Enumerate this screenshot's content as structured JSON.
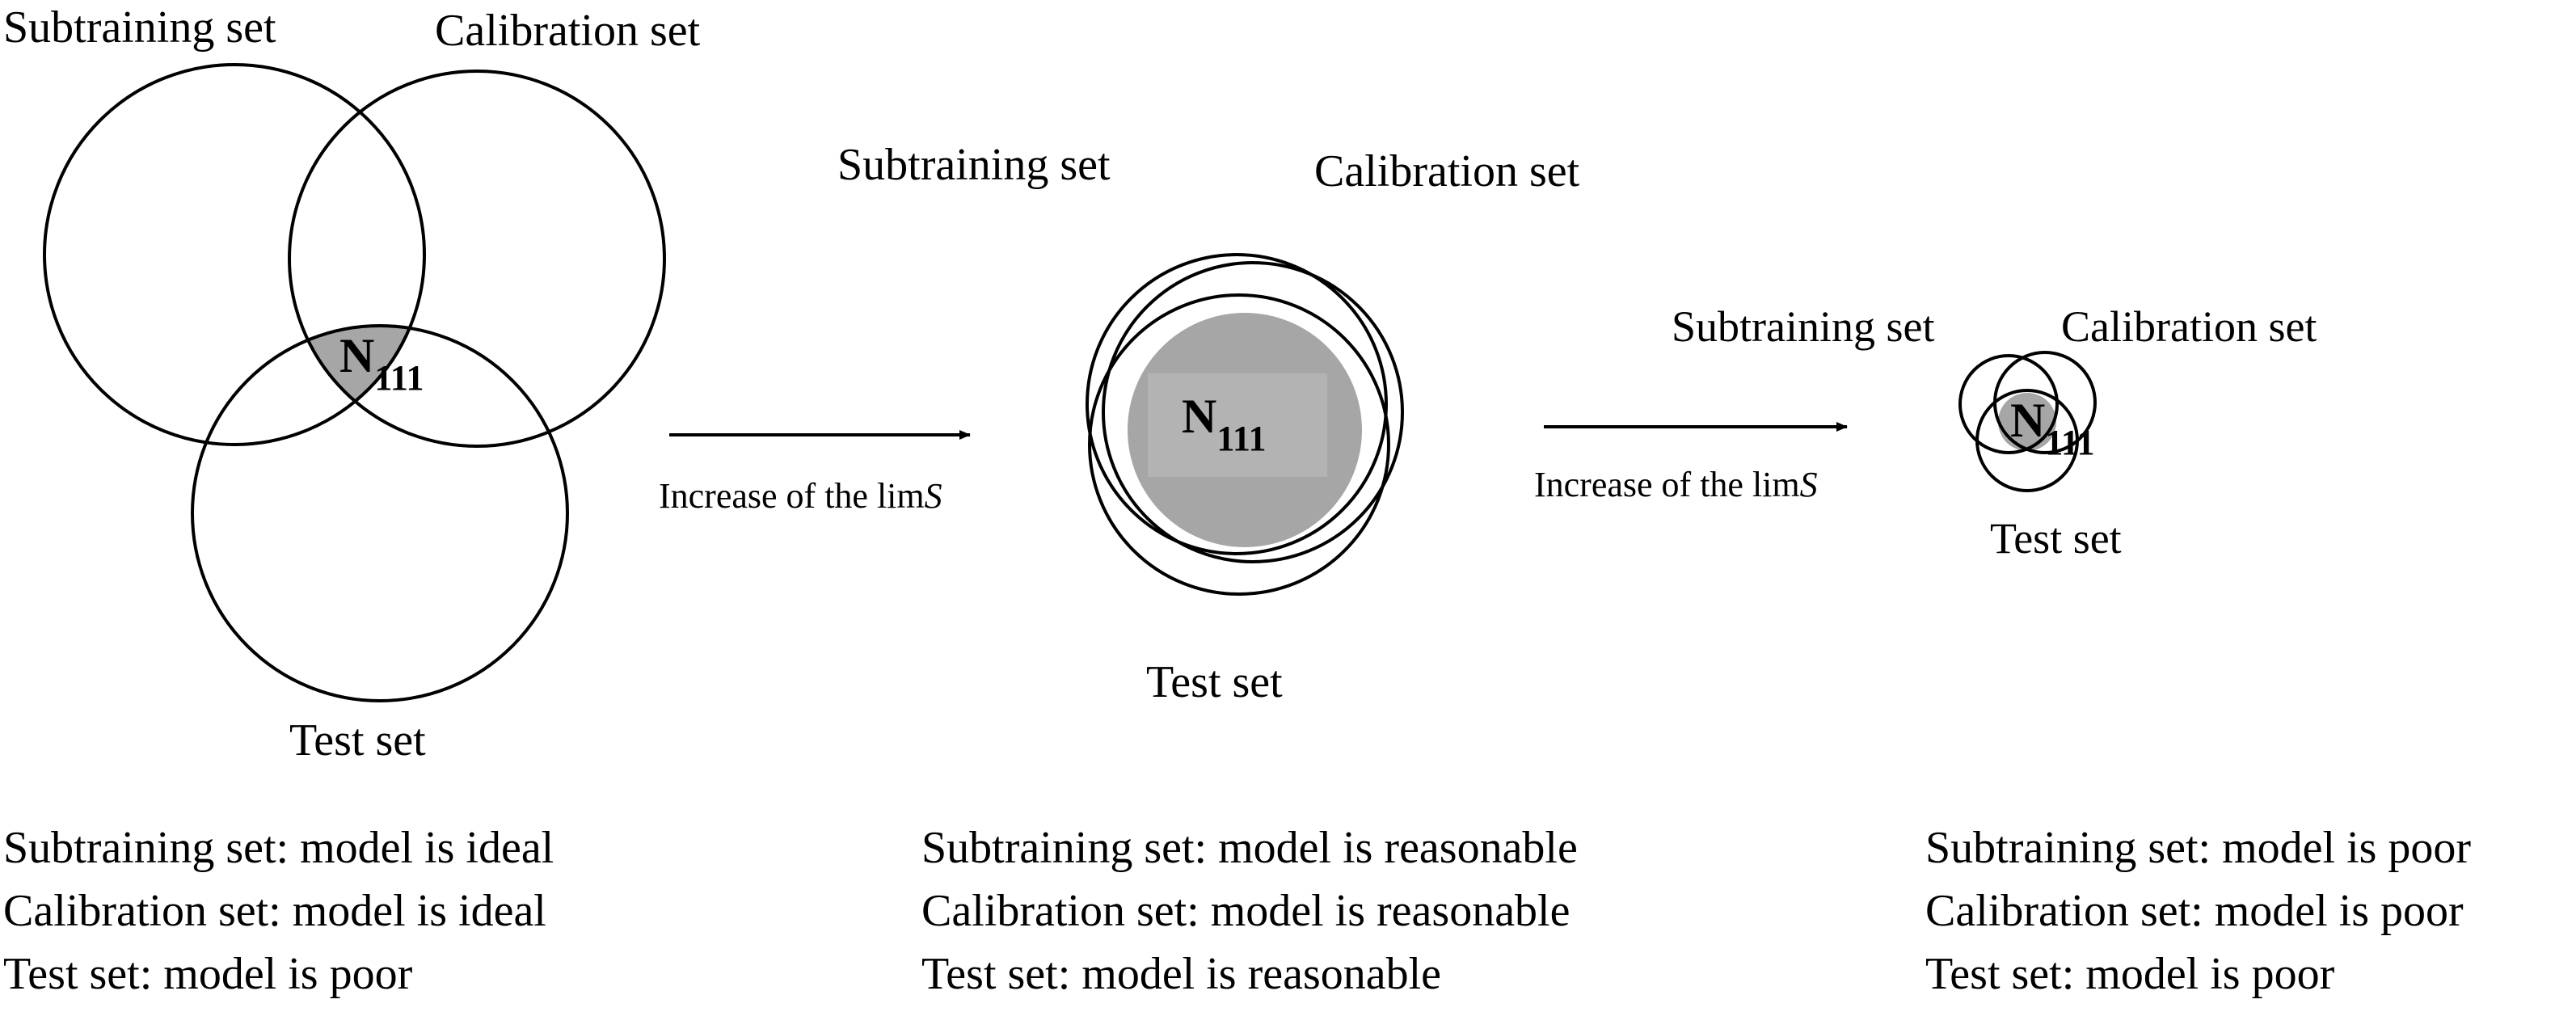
{
  "colors": {
    "overlap_fill": "#a6a6a6",
    "inner_square": "#b3b3b3",
    "stroke": "#000000",
    "background": "#ffffff"
  },
  "stages": [
    {
      "subtraining_label": "Subtraining set",
      "calibration_label": "Calibration set",
      "test_label": "Test set",
      "intersection": {
        "main": "N",
        "sub": "111"
      }
    },
    {
      "subtraining_label": "Subtraining set",
      "calibration_label": "Calibration set",
      "test_label": "Test set",
      "intersection": {
        "main": "N",
        "sub": "111"
      }
    },
    {
      "subtraining_label": "Subtraining set",
      "calibration_label": "Calibration set",
      "test_label": "Test set",
      "intersection": {
        "main": "N",
        "sub": "111"
      }
    }
  ],
  "arrows": [
    {
      "label_prefix": "Increase of the lim",
      "label_italic": "S"
    },
    {
      "label_prefix": "Increase of the lim",
      "label_italic": "S"
    }
  ],
  "notes": [
    [
      "Subtraining set: model is ideal",
      "Calibration set: model is ideal",
      "Test set: model is poor"
    ],
    [
      "Subtraining set: model is reasonable",
      "Calibration set: model is reasonable",
      "Test set: model is reasonable"
    ],
    [
      "Subtraining set: model is poor",
      "Calibration set: model is poor",
      "Test set: model is poor"
    ]
  ]
}
